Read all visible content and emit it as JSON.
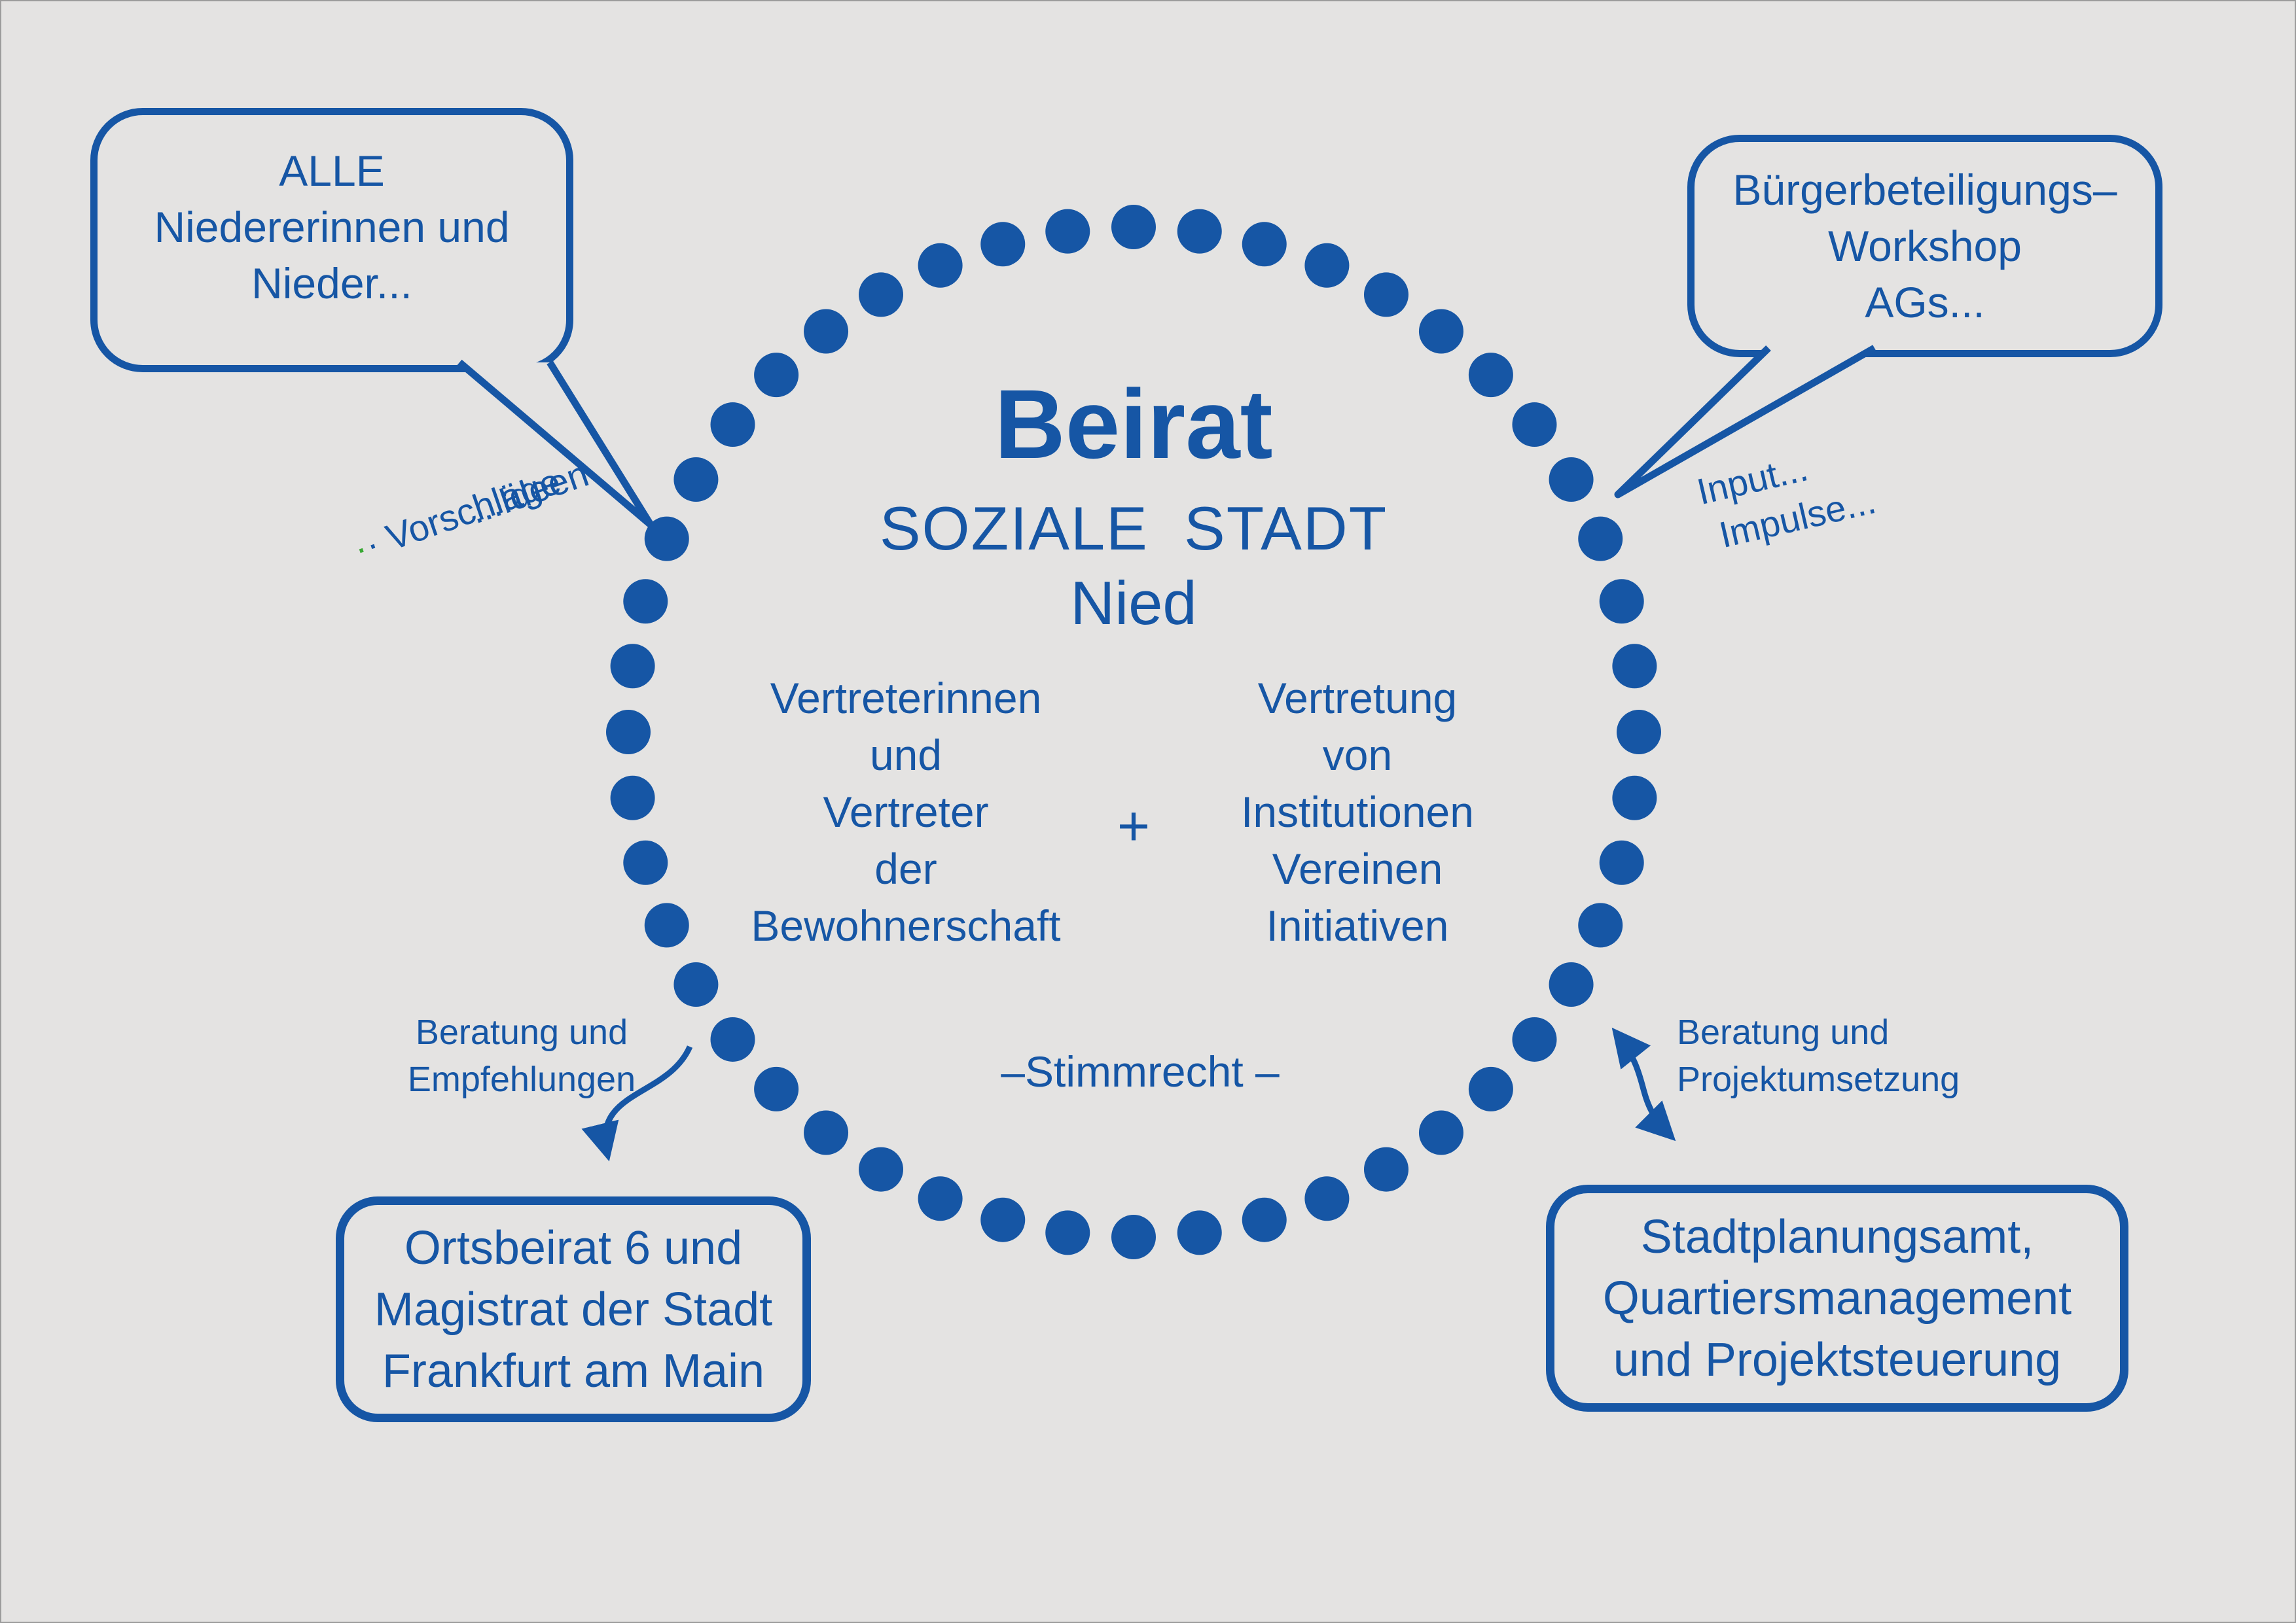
{
  "colors": {
    "blue": "#1656a5",
    "background": "#e4e3e2",
    "green_dot": "#3aa935"
  },
  "center": {
    "title": "Beirat",
    "subtitle": "SOZIALE STADT",
    "subtitle2": "Nied",
    "left_group": [
      "Vertreterinnen",
      "und",
      "Vertreter",
      "der",
      "Bewohnerschaft"
    ],
    "plus_sign": "+",
    "right_group": [
      "Vertretung",
      "von",
      "Institutionen",
      "Vereinen",
      "Initiativen"
    ],
    "voting_note": "–Stimmrecht  –"
  },
  "speech_bubbles": {
    "residents": {
      "lines": [
        "ALLE",
        "Niedererinnen und",
        "Nieder..."
      ]
    },
    "workshops": {
      "lines": [
        "Bürgerbeteiligungs–",
        "Workshop",
        "AGs..."
      ]
    }
  },
  "flow_labels": {
    "ideen": "...Ideen",
    "vorschlaege_dot_green": "·",
    "vorschlaege_dot_blue": "·",
    "vorschlaege": " Vorschläge",
    "input": "Input...",
    "impulse": "Impulse...",
    "advice_left_line1": "Beratung und",
    "advice_left_line2": "Empfehlungen",
    "advice_right_line1": "Beratung und",
    "advice_right_line2": "Projektumsetzung"
  },
  "boxes": {
    "ortsbeirat": {
      "lines": [
        "Ortsbeirat 6 und",
        "Magistrat der Stadt",
        "Frankfurt am Main"
      ]
    },
    "stadtplanungsamt": {
      "lines": [
        "Stadtplanungsamt,",
        "Quartiersmanagement",
        "und Projektsteuerung"
      ]
    }
  }
}
